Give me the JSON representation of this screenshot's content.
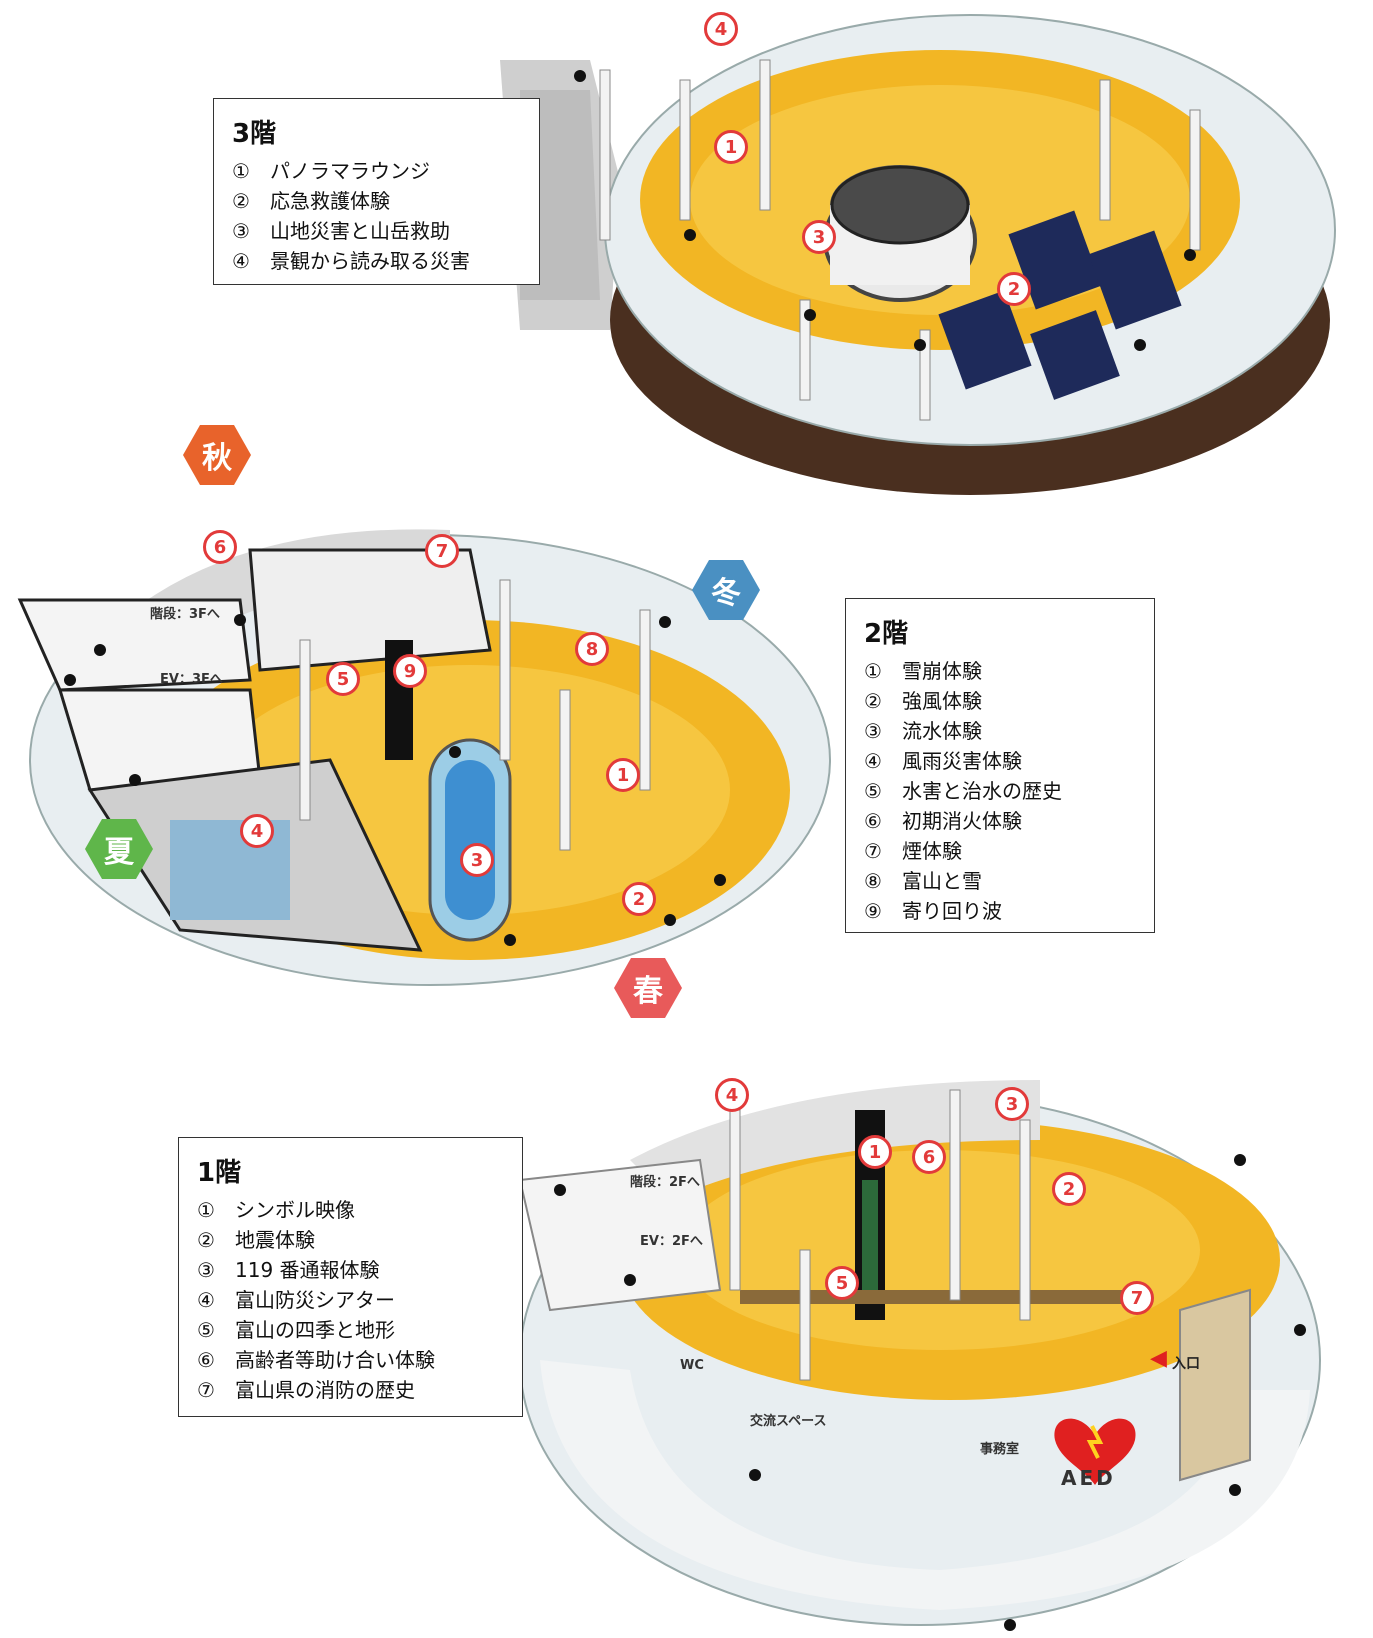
{
  "floor3": {
    "title": "3階",
    "items": [
      {
        "num": "①",
        "label": "パノラマラウンジ"
      },
      {
        "num": "②",
        "label": "応急救護体験"
      },
      {
        "num": "③",
        "label": "山地災害と山岳救助"
      },
      {
        "num": "④",
        "label": "景観から読み取る災害"
      }
    ]
  },
  "floor2": {
    "title": "2階",
    "items": [
      {
        "num": "①",
        "label": "雪崩体験"
      },
      {
        "num": "②",
        "label": "強風体験"
      },
      {
        "num": "③",
        "label": "流水体験"
      },
      {
        "num": "④",
        "label": "風雨災害体験"
      },
      {
        "num": "⑤",
        "label": "水害と治水の歴史"
      },
      {
        "num": "⑥",
        "label": "初期消火体験"
      },
      {
        "num": "⑦",
        "label": "煙体験"
      },
      {
        "num": "⑧",
        "label": "富山と雪"
      },
      {
        "num": "⑨",
        "label": "寄り回り波"
      }
    ],
    "map_labels": {
      "stairs": "階段：3Fへ",
      "elevator": "EV：3Fへ"
    }
  },
  "floor1": {
    "title": "1階",
    "items": [
      {
        "num": "①",
        "label": "シンボル映像"
      },
      {
        "num": "②",
        "label": "地震体験"
      },
      {
        "num": "③",
        "label": "119 番通報体験"
      },
      {
        "num": "④",
        "label": "富山防災シアター"
      },
      {
        "num": "⑤",
        "label": "富山の四季と地形"
      },
      {
        "num": "⑥",
        "label": "高齢者等助け合い体験"
      },
      {
        "num": "⑦",
        "label": "富山県の消防の歴史"
      }
    ],
    "map_labels": {
      "stairs": "階段：2Fへ",
      "elevator": "EV：2Fへ",
      "wc": "WC",
      "exchange": "交流スペース",
      "office": "事務室",
      "aed": "AED",
      "entrance": "入口"
    }
  },
  "markers": {
    "f3": [
      "1",
      "2",
      "3",
      "4"
    ],
    "f2": [
      "1",
      "2",
      "3",
      "4",
      "5",
      "6",
      "7",
      "8",
      "9"
    ],
    "f1": [
      "1",
      "2",
      "3",
      "4",
      "5",
      "6",
      "7"
    ]
  },
  "seasons": {
    "autumn": {
      "label": "秋",
      "color": "#e8632b"
    },
    "winter": {
      "label": "冬",
      "color": "#4a90c2"
    },
    "summer": {
      "label": "夏",
      "color": "#5fb64a"
    },
    "spring": {
      "label": "春",
      "color": "#e85a5a"
    }
  },
  "colors": {
    "floor_yellow": "#f2b624",
    "deck_brown": "#4a2f1f",
    "marker_red": "#e23a3a",
    "glass": "#dfe6ea"
  }
}
